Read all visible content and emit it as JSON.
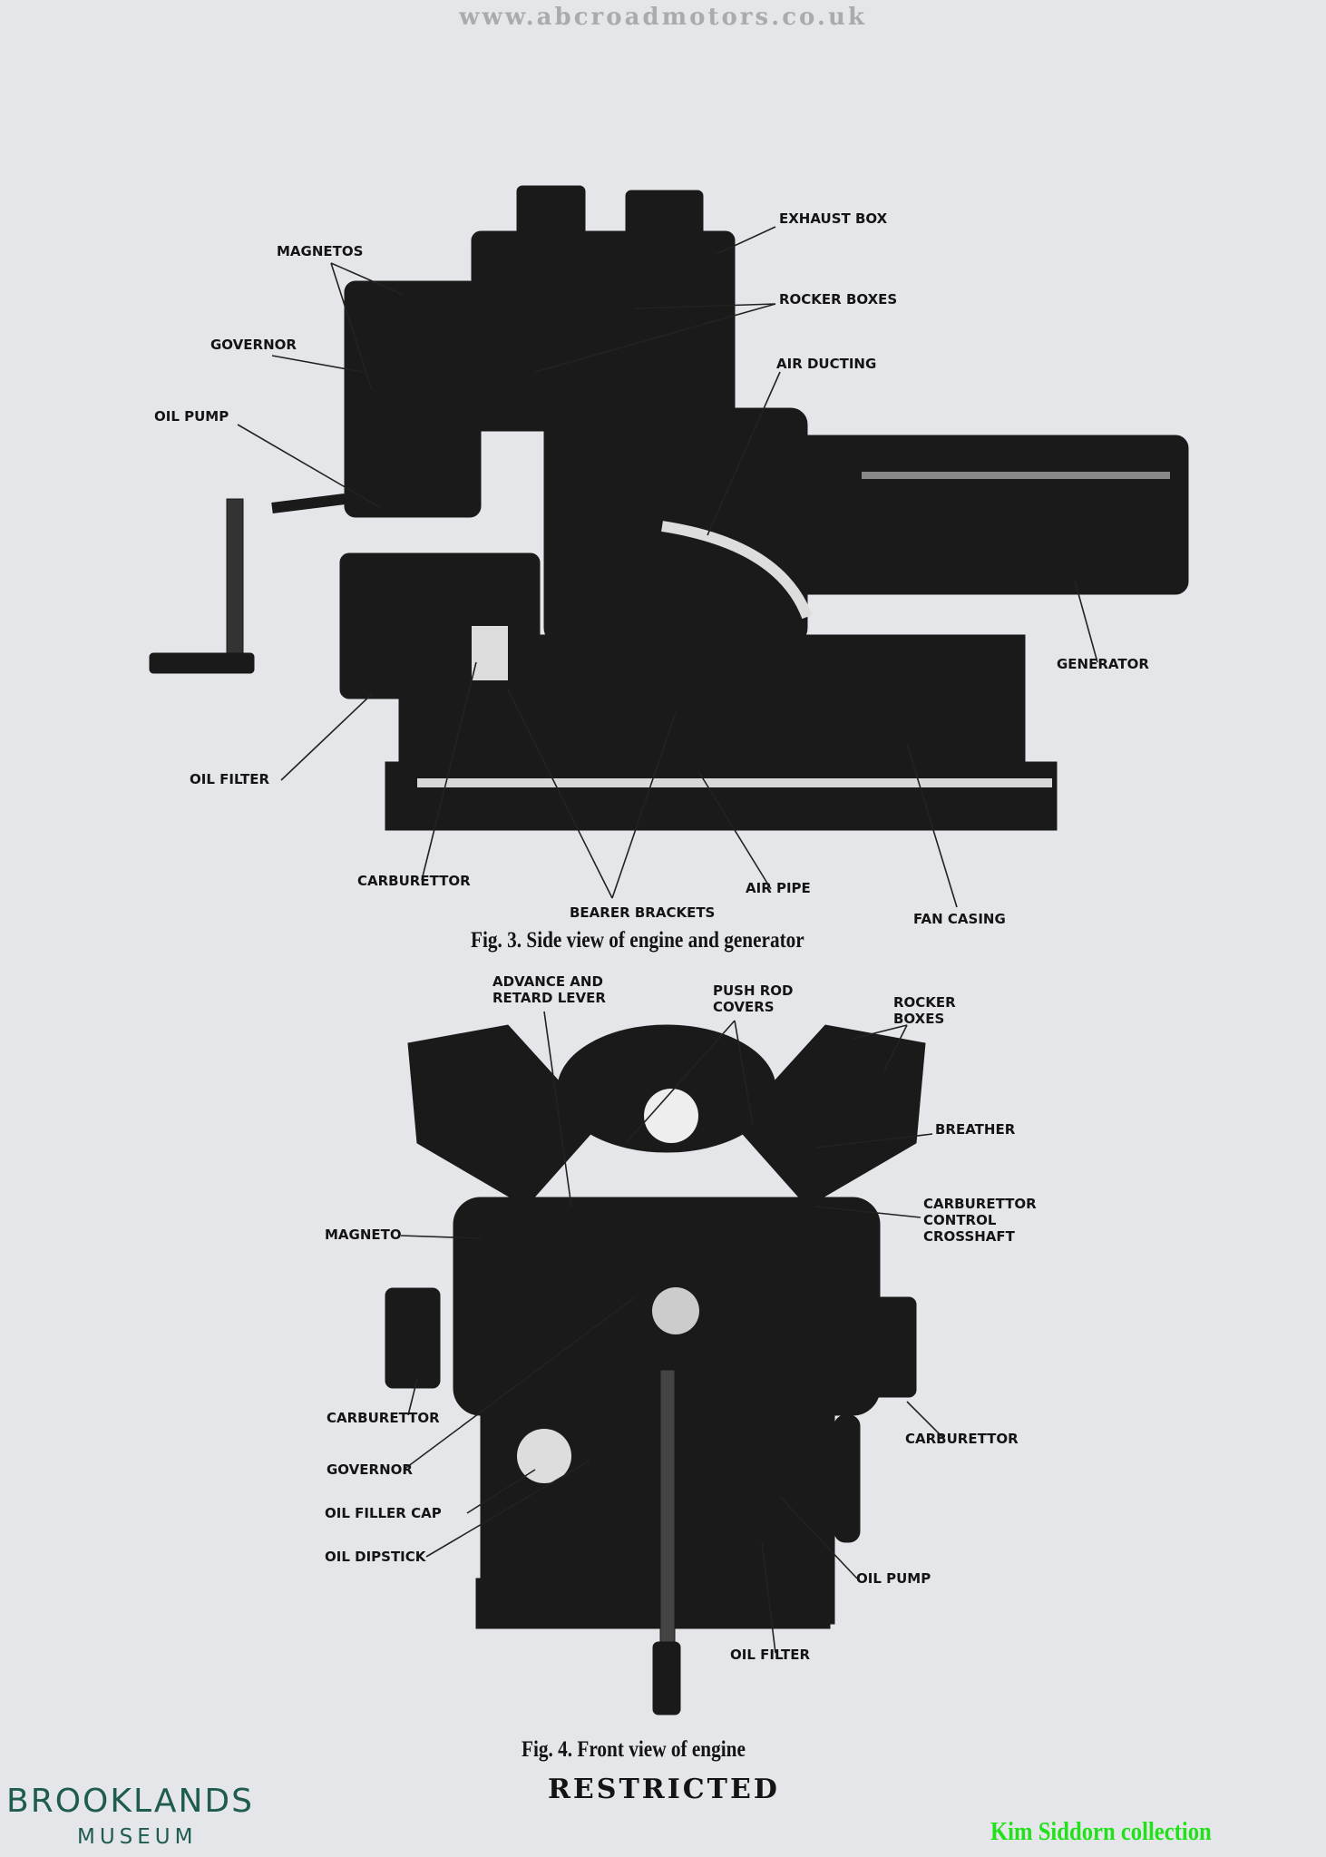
{
  "watermark": "www.abcroadmotors.co.uk",
  "fig3": {
    "caption": "Fig. 3.  Side view of engine and generator",
    "labels": {
      "exhaust_box": "EXHAUST BOX",
      "magnetos": "MAGNETOS",
      "rocker_boxes": "ROCKER BOXES",
      "governor": "GOVERNOR",
      "air_ducting": "AIR DUCTING",
      "oil_pump": "OIL PUMP",
      "generator": "GENERATOR",
      "oil_filter": "OIL FILTER",
      "carburettor": "CARBURETTOR",
      "air_pipe": "AIR PIPE",
      "bearer_brackets": "BEARER BRACKETS",
      "fan_casing": "FAN CASING"
    }
  },
  "fig4": {
    "caption": "Fig. 4.  Front view of engine",
    "labels": {
      "advance_1": "ADVANCE AND",
      "advance_2": "RETARD LEVER",
      "push_rod_1": "PUSH ROD",
      "push_rod_2": "COVERS",
      "rocker_1": "ROCKER",
      "rocker_2": "BOXES",
      "breather": "BREATHER",
      "cc_1": "CARBURETTOR",
      "cc_2": "CONTROL",
      "cc_3": "CROSSHAFT",
      "magneto": "MAGNETO",
      "carburettor_left": "CARBURETTOR",
      "carburettor_right": "CARBURETTOR",
      "governor": "GOVERNOR",
      "oil_filler_cap": "OIL FILLER CAP",
      "oil_dipstick": "OIL DIPSTICK",
      "oil_pump": "OIL PUMP",
      "oil_filter": "OIL FILTER"
    }
  },
  "footer": {
    "restricted": "RESTRICTED",
    "logo_line1": "BROOKLANDS",
    "logo_line2": "MUSEUM",
    "collection": "Kim Siddorn collection"
  }
}
